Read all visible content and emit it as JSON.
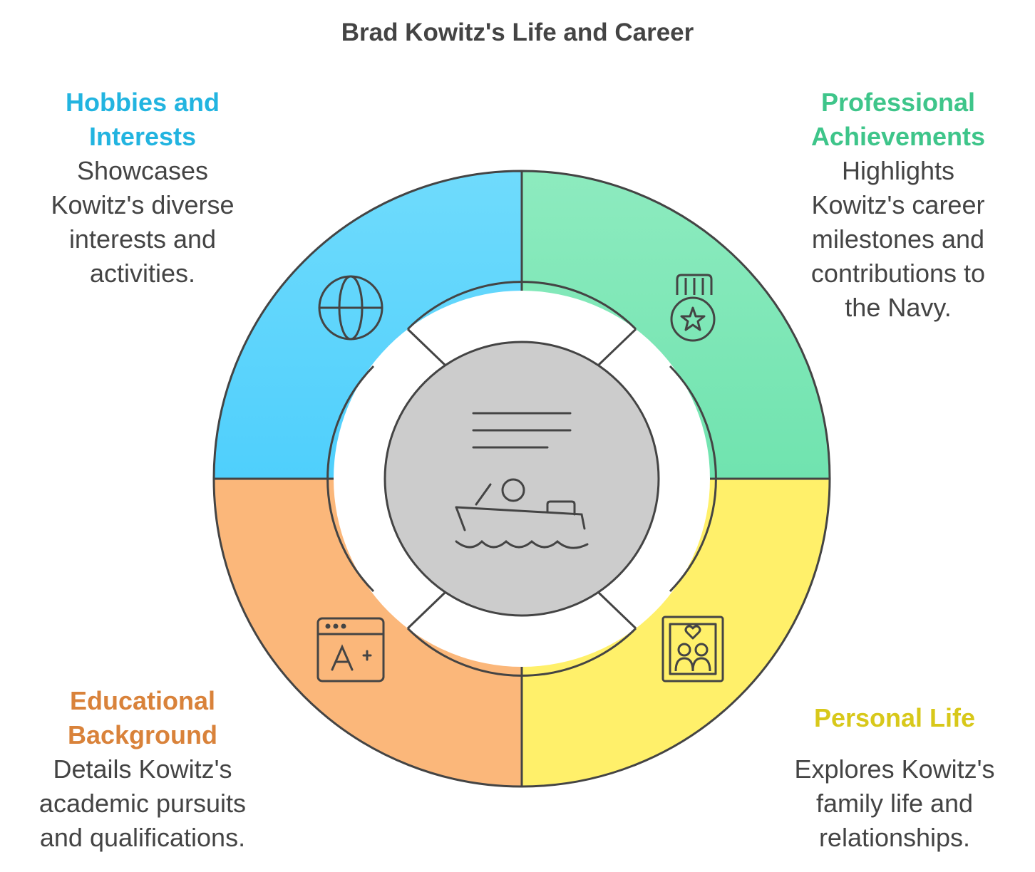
{
  "title": "Brad Kowitz's Life and Career",
  "center": {
    "fill": "#cccccc",
    "icon": "boat-document-icon"
  },
  "sections": [
    {
      "key": "hobbies",
      "heading": [
        "Hobbies and",
        "Interests"
      ],
      "description": [
        "Showcases",
        "Kowitz's diverse",
        "interests and",
        "activities."
      ],
      "heading_color": "#22b4e0",
      "fill": "#5cd4fc",
      "icon": "globe-icon"
    },
    {
      "key": "professional",
      "heading": [
        "Professional",
        "Achievements"
      ],
      "description": [
        "Highlights",
        "Kowitz's career",
        "milestones and",
        "contributions to",
        "the Navy."
      ],
      "heading_color": "#3ec58a",
      "fill": "#7fe6b6",
      "icon": "medal-icon"
    },
    {
      "key": "educational",
      "heading": [
        "Educational",
        "Background"
      ],
      "description": [
        "Details Kowitz's",
        "academic pursuits",
        "and qualifications."
      ],
      "heading_color": "#d9823a",
      "fill": "#fbb77a",
      "icon": "grade-a-plus-icon"
    },
    {
      "key": "personal",
      "heading": [
        "Personal Life"
      ],
      "description": [
        "Explores Kowitz's",
        "family life and",
        "relationships."
      ],
      "heading_color": "#d8c81a",
      "fill": "#fff06a",
      "icon": "family-photo-icon"
    }
  ]
}
